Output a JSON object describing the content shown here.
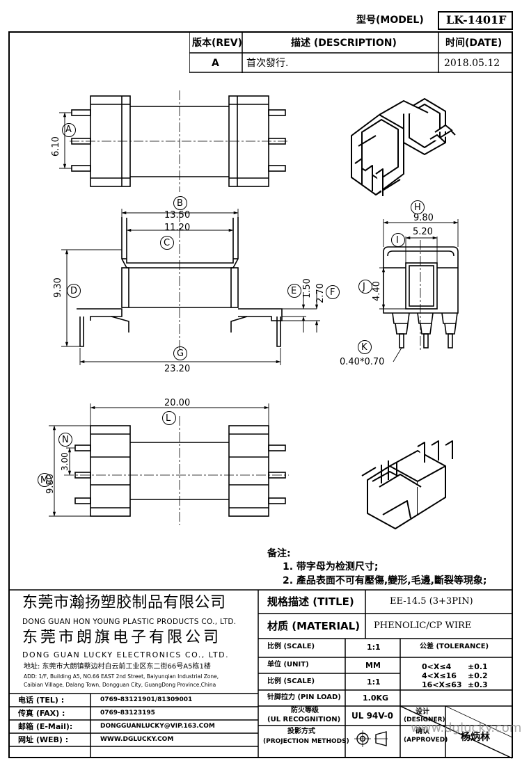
{
  "header": {
    "model_label": "型号(MODEL)",
    "model_value": "LK-1401F",
    "rev_label": "版本(REV)",
    "desc_label": "描述 (DESCRIPTION)",
    "date_label": "时间(DATE)",
    "rev_value": "A",
    "desc_value": "首次發行.",
    "date_value": "2018.05.12"
  },
  "dimensions": {
    "A": {
      "letter": "A",
      "value": "6.10"
    },
    "B": {
      "letter": "B",
      "value": "13.50"
    },
    "C": {
      "letter": "C",
      "value": "11.20"
    },
    "D": {
      "letter": "D",
      "value": "9.30"
    },
    "E": {
      "letter": "E",
      "value": "1.50"
    },
    "F": {
      "letter": "F",
      "value": "2.70"
    },
    "G": {
      "letter": "G",
      "value": "23.20"
    },
    "H": {
      "letter": "H",
      "value": "9.80"
    },
    "I": {
      "letter": "I",
      "value": "5.20"
    },
    "J": {
      "letter": "J",
      "value": "4.40"
    },
    "K": {
      "letter": "K",
      "value": "0.40*0.70"
    },
    "L": {
      "letter": "L",
      "value": "20.00"
    },
    "M": {
      "letter": "M",
      "value": "9.80"
    },
    "N": {
      "letter": "N",
      "value": "3.00"
    }
  },
  "notes": {
    "title": "备注:",
    "line1": "1. 带字母为检测尺寸;",
    "line2": "2. 產品表面不可有壓傷,變形,毛邊,斷裂等現象;"
  },
  "company": {
    "name_cn_1": "东莞市瀚扬塑胶制品有限公司",
    "name_en_1": "DONG GUAN HON YOUNG PLASTIC PRODUCTS CO., LTD.",
    "name_cn_2": "东莞市朗旗电子有限公司",
    "name_en_2": "DONG GUAN LUCKY ELECTRONICS CO., LTD.",
    "addr_cn": "地址: 东莞市大朗镇蔡边村白云前工业区东二街66号A5栋1楼",
    "addr_en_1": "ADD: 1/F, Building A5, NO.66 EAST 2nd Street, Baiyunqian Industrial Zone,",
    "addr_en_2": "Caibian Village, Dalang Town, Dongguan City, GuangDong Province,China"
  },
  "contacts": [
    {
      "label": "电话 (TEL) :",
      "value": "0769-83121901/81309001"
    },
    {
      "label": "传真 (FAX) :",
      "value": "0769-83123195"
    },
    {
      "label": "邮箱 (E-Mail):",
      "value": "DONGGUANLUCKY@VIP.163.COM"
    },
    {
      "label": "网址 (WEB) :",
      "value": "WWW.DGLUCKY.COM"
    }
  ],
  "spec": {
    "title_label": "规格描述 (TITLE)",
    "title_value": "EE-14.5 (3+3PIN)",
    "material_label": "材质 (MATERIAL)",
    "material_value": "PHENOLIC/CP WIRE",
    "scale_label": "比例 (SCALE)",
    "scale_value": "1:1",
    "tolerance_label": "公差 (TOLERANCE)",
    "unit_label": "单位 (UNIT)",
    "unit_value": "MM",
    "scale2_label": "比例 (SCALE)",
    "scale2_value": "1:1",
    "tol": [
      {
        "range": "0<X≤4",
        "value": "±0.1"
      },
      {
        "range": "4<X≤16",
        "value": "±0.2"
      },
      {
        "range": "16<X≤63",
        "value": "±0.3"
      }
    ],
    "pin_load_label": "针脚拉力 (PIN LOAD)",
    "pin_load_value": "1.0KG",
    "ul_label_1": "防火等级",
    "ul_label_2": "(UL RECOGNITION)",
    "ul_value": "UL 94V-0",
    "proj_label_1": "投影方式",
    "proj_label_2": "(PROJECTION METHODS)",
    "designer_label_1": "设计",
    "designer_label_2": "(DESIGNER)",
    "approved_label_1": "确认",
    "approved_label_2": "(APPROVED)",
    "approved_value": "杨炳林",
    "watermark": "www.dglucky.com"
  }
}
